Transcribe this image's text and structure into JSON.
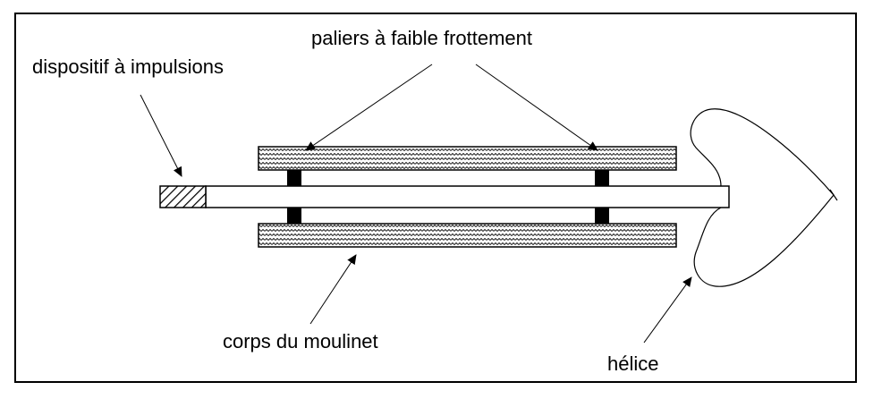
{
  "labels": {
    "bearings": "paliers à faible frottement",
    "pulse_device": "dispositif à impulsions",
    "reel_body": "corps du moulinet",
    "propeller": "hélice"
  },
  "colors": {
    "line": "#000000",
    "background": "#ffffff",
    "body_fill": "#d9d9d9"
  }
}
